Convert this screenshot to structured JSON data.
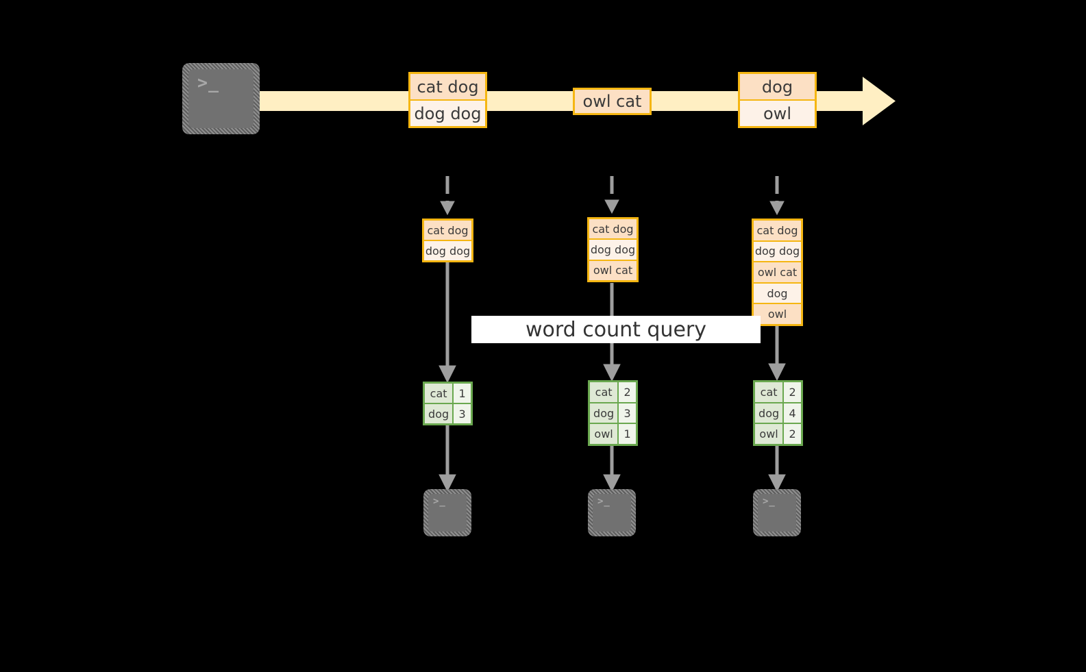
{
  "diagram": {
    "title_label": "word count query",
    "colors": {
      "background": "#000000",
      "stream_fill": "#FFEFC3",
      "record_border": "#F5B612",
      "record_fill_dark": "#FCE0C4",
      "record_fill_light": "#FDF2E8",
      "result_border": "#6AA84F",
      "result_fill_key": "#DFE9D5",
      "result_fill_val": "#F0F5EB",
      "arrow_gray": "#9E9E9E",
      "terminal_face": "#717171",
      "band_fill": "#FFFFFF"
    },
    "source_terminal": {
      "glyph": ">_"
    },
    "stream": {
      "records": [
        {
          "lines": [
            "cat dog",
            "dog dog"
          ]
        },
        {
          "lines": [
            "owl cat"
          ]
        },
        {
          "lines": [
            "dog",
            "owl"
          ]
        }
      ]
    },
    "snapshots": [
      {
        "lines": [
          "cat dog",
          "dog dog"
        ]
      },
      {
        "lines": [
          "cat dog",
          "dog dog",
          "owl cat"
        ]
      },
      {
        "lines": [
          "cat dog",
          "dog dog",
          "owl cat",
          "dog",
          "owl"
        ]
      }
    ],
    "results": [
      {
        "rows": [
          {
            "key": "cat",
            "value": "1"
          },
          {
            "key": "dog",
            "value": "3"
          }
        ]
      },
      {
        "rows": [
          {
            "key": "cat",
            "value": "2"
          },
          {
            "key": "dog",
            "value": "3"
          },
          {
            "key": "owl",
            "value": "1"
          }
        ]
      },
      {
        "rows": [
          {
            "key": "cat",
            "value": "2"
          },
          {
            "key": "dog",
            "value": "4"
          },
          {
            "key": "owl",
            "value": "2"
          }
        ]
      }
    ],
    "sink_terminals": [
      {
        "glyph": ">_"
      },
      {
        "glyph": ">_"
      },
      {
        "glyph": ">_"
      }
    ]
  }
}
